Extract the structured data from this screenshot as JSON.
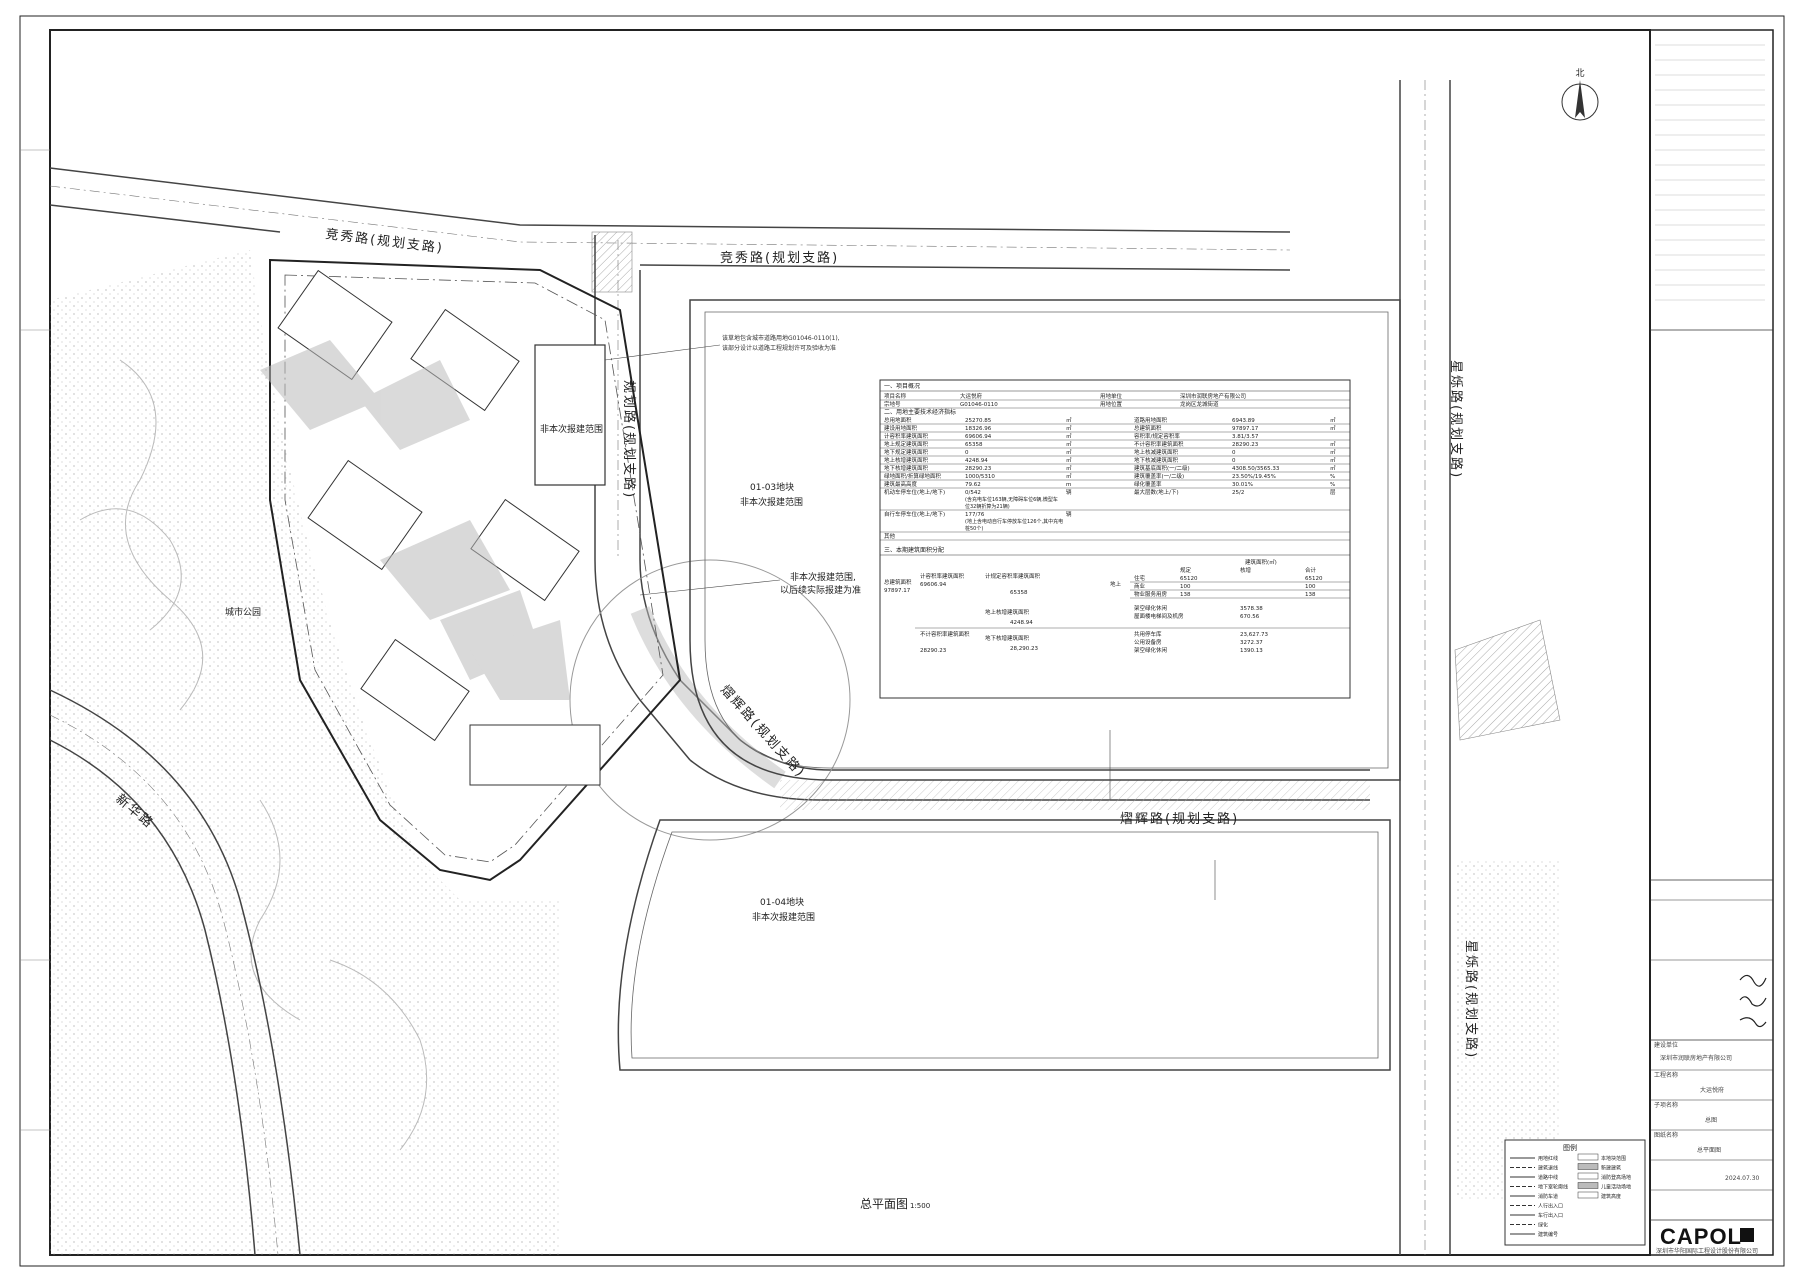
{
  "drawing": {
    "title": "总平面图",
    "scale": "1:500",
    "north_label": "北"
  },
  "roads": {
    "top_left": "竞秀路(规划支路)",
    "top_right": "竞秀路(规划支路)",
    "right_top": "星烁路(规划支路)",
    "right_bottom": "星烁路(规划支路)",
    "bottom": "熠辉路(规划支路)",
    "curve": "熠辉路(规划支路)",
    "inner": "规划路(规划支路)",
    "left": "新华路"
  },
  "plots": {
    "city_park": "城市公园",
    "p0103_name": "01-03地块",
    "p0103_note": "非本次报建范围",
    "p0104_name": "01-04地块",
    "p0104_note": "非本次报建范围",
    "inner_note": "非本次报建范围",
    "scope_note_1": "非本次报建范围,",
    "scope_note_2": "以后续实际报建为准",
    "callout_1": "该草地包含城市道路用地G01046-0110(1),",
    "callout_2": "该部分设计以道路工程规划许可及验收为准"
  },
  "table": {
    "section1": "一、项目概况",
    "section2": "二、用地主要技术经济指标",
    "section3": "三、本期建筑面积分配",
    "rows1": [
      [
        "项目名称",
        "大运悦府",
        "用地单位",
        "深圳市润联房地产有限公司"
      ],
      [
        "宗地号",
        "G01046-0110",
        "用地位置",
        "龙岗区龙城街道"
      ]
    ],
    "rows2": [
      [
        "总用地面积",
        "25270.85",
        "㎡",
        "道路用地面积",
        "6943.89",
        "㎡"
      ],
      [
        "建设用地面积",
        "18326.96",
        "㎡",
        "总建筑面积",
        "97897.17",
        "㎡"
      ],
      [
        "计容积率建筑面积",
        "69606.94",
        "㎡",
        "容积率/规定容积率",
        "3.81/3.57",
        ""
      ],
      [
        "地上规定建筑面积",
        "65358",
        "㎡",
        "不计容积率建筑面积",
        "28290.23",
        "㎡"
      ],
      [
        "地下规定建筑面积",
        "0",
        "㎡",
        "地上核减建筑面积",
        "0",
        "㎡"
      ],
      [
        "地上核增建筑面积",
        "4248.94",
        "㎡",
        "地下核减建筑面积",
        "0",
        "㎡"
      ],
      [
        "地下核增建筑面积",
        "28290.23",
        "㎡",
        "建筑基底面积(一/二级)",
        "4308.50/3565.33",
        "㎡"
      ],
      [
        "绿地面积/折算绿地面积",
        "1000/5310",
        "㎡",
        "建筑覆盖率(一/二级)",
        "23.50%/19.45%",
        "%"
      ],
      [
        "建筑最高高度",
        "79.62",
        "m",
        "绿化覆盖率",
        "30.01%",
        "%"
      ],
      [
        "机动车停车位(地上/地下)",
        "0/542 (含充电车位163辆,无障碍车位6辆,微型车位32辆折算为21辆)",
        "辆",
        "最大层数(地上/下)",
        "25/2",
        "层"
      ],
      [
        "自行车停车位(地上/地下)",
        "177/76 (地上含电动自行车停放车位126个,其中充电桩50个)",
        "辆",
        "",
        "",
        ""
      ],
      [
        "其他",
        "",
        "",
        "",
        "",
        ""
      ]
    ],
    "s3": {
      "total_label": "总建筑面积",
      "total_value": "97897.17",
      "cap_label": "计容积率建筑面积",
      "cap_value": "69606.94",
      "cap_reg": "计规定容积率建筑面积",
      "cap_reg_value": "65358",
      "above": "地上",
      "head_area": "建筑面积(㎡)",
      "head_reg": "规定",
      "head_add": "核增",
      "head_total": "合计",
      "rows": [
        [
          "住宅",
          "65120",
          "",
          "65120"
        ],
        [
          "商业",
          "100",
          "",
          "100"
        ],
        [
          "物业服务用房",
          "138",
          "",
          "138"
        ]
      ],
      "add_label": "地上核增建筑面积",
      "add_value": "4248.94",
      "add_rows": [
        [
          "架空绿化休闲",
          "3578.38"
        ],
        [
          "屋面楼电梯间及机房",
          "670.56"
        ]
      ],
      "noncap_label": "不计容积率建筑面积",
      "noncap_value": "28290.23",
      "under_label": "地下核增建筑面积",
      "under_value": "28,290.23",
      "under_rows": [
        [
          "共用停车库",
          "23,627.73"
        ],
        [
          "公用设备房",
          "3272.37"
        ],
        [
          "架空绿化休闲",
          "1390.13"
        ]
      ]
    }
  },
  "legend": {
    "title": "图例",
    "items": [
      "用地红线",
      "建筑退线",
      "道路中线",
      "地下室轮廓线",
      "消防车道",
      "人行出入口",
      "车行出入口",
      "绿化",
      "建筑编号"
    ],
    "items2": [
      "本地块范围",
      "新建建筑",
      "消防登高场地",
      "儿童活动场地",
      "建筑高度"
    ]
  },
  "titleblock": {
    "client_label": "建设单位",
    "client": "深圳市润联房地产有限公司",
    "project_label": "工程名称",
    "project": "大运悦府",
    "part_label": "子项名称",
    "part": "总图",
    "drawing_label": "图纸名称",
    "drawing": "总平面图",
    "date": "2024.07.30",
    "logo": "CAPOL",
    "company": "深圳市华阳国际工程设计股份有限公司"
  },
  "colors": {
    "line": "#333333",
    "hatch": "#bbbbbb",
    "road_fill": "#e8e8e8"
  }
}
